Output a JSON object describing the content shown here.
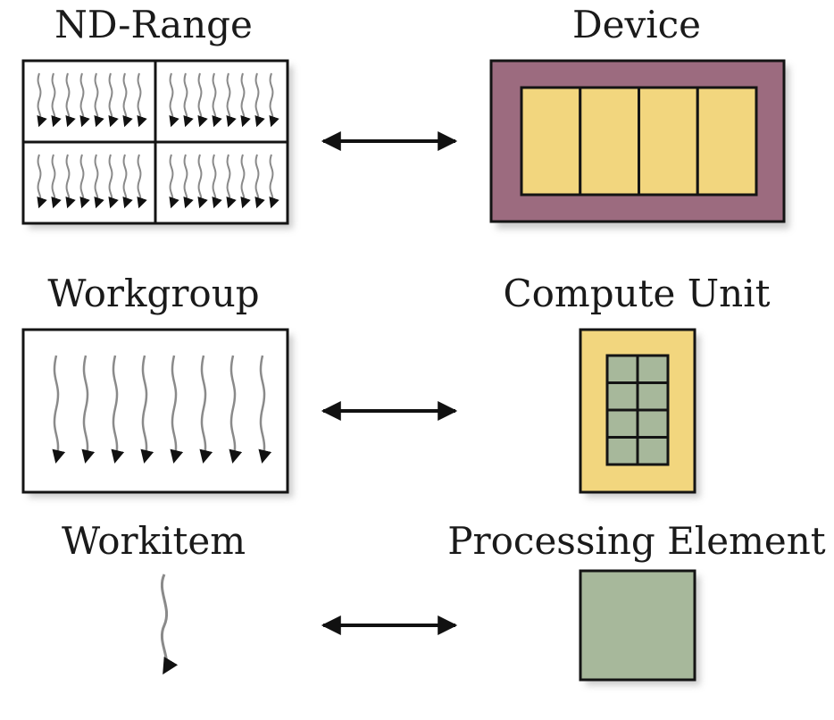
{
  "labels": {
    "nd_range": "ND-Range",
    "device": "Device",
    "workgroup": "Workgroup",
    "compute_unit": "Compute Unit",
    "workitem": "Workitem",
    "processing_element": "Processing Element"
  },
  "colors": {
    "device_frame": "#9c6b7f",
    "compute_unit": "#f2d67e",
    "processing_element": "#a7b89b",
    "stroke": "#141414",
    "wave": "#8a8a8a",
    "shadow": "#bdbdbd"
  }
}
